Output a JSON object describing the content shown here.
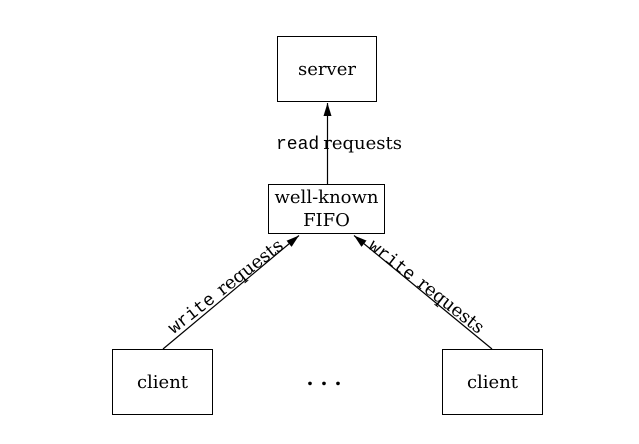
{
  "colors": {
    "background": "#ffffff",
    "line": "#000000",
    "text": "#000000"
  },
  "nodes": {
    "server": {
      "label": "server"
    },
    "fifo": {
      "line1": "well-known",
      "line2": "FIFO"
    },
    "client_left": {
      "label": "client"
    },
    "client_right": {
      "label": "client"
    }
  },
  "ellipsis": "...",
  "edges": {
    "read": {
      "verb": "read",
      "noun": "requests"
    },
    "write_left": {
      "verb": "write",
      "noun": "requests"
    },
    "write_right": {
      "verb": "write",
      "noun": "requests"
    }
  }
}
